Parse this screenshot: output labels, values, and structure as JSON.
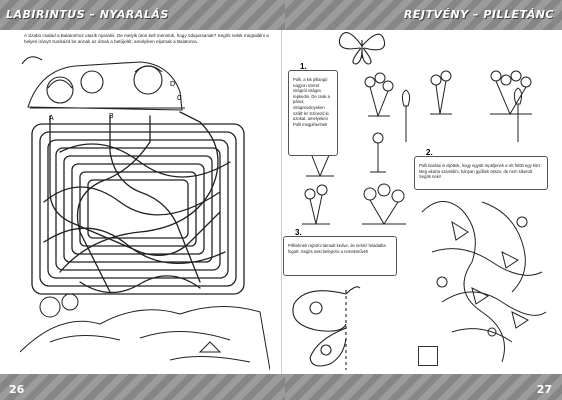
{
  "left_page": {
    "header_title": "LABIRINTUS – NYARALÁS",
    "intro_text": "A Szabó család a Balatonhoz utazik nyaralni. De melyik úton kell menniük, hogy odajussanak? Segíts nekik megtalálni a helyes irányt! Karikázd be annak az útnak a betűjelét, amelyiken eljutnak a Balatonra.",
    "maze_labels": [
      "A",
      "B",
      "C",
      "D"
    ],
    "page_number": "26"
  },
  "right_page": {
    "header_title": "REJTVÉNY – PILLETÁNC",
    "task1": {
      "number": "1.",
      "text": "Polli, a kis pillangó nagyon szeret virágról virágra repkedni. De csak a páros virágnövényeken szállt le! Színezd ki azokat, amelyeken Polli megpihenhet!"
    },
    "task2": {
      "number": "2.",
      "text": "Polli barátai is eljöttek, hogy együtt repüljenek a rét fölött egy kört. Meg akarta számlálni, hányan gyűltek össze, de nem sikerült. Segíts neki!"
    },
    "task3": {
      "number": "3.",
      "text": "Pillénknek rajzolni támadt kedve, de nehéz feladatba fogott. Segíts neki befejezni a remekművét!"
    },
    "page_number": "27"
  },
  "colors": {
    "band": "#8f8f8f",
    "page": "#ffffff",
    "ink": "#222222"
  }
}
